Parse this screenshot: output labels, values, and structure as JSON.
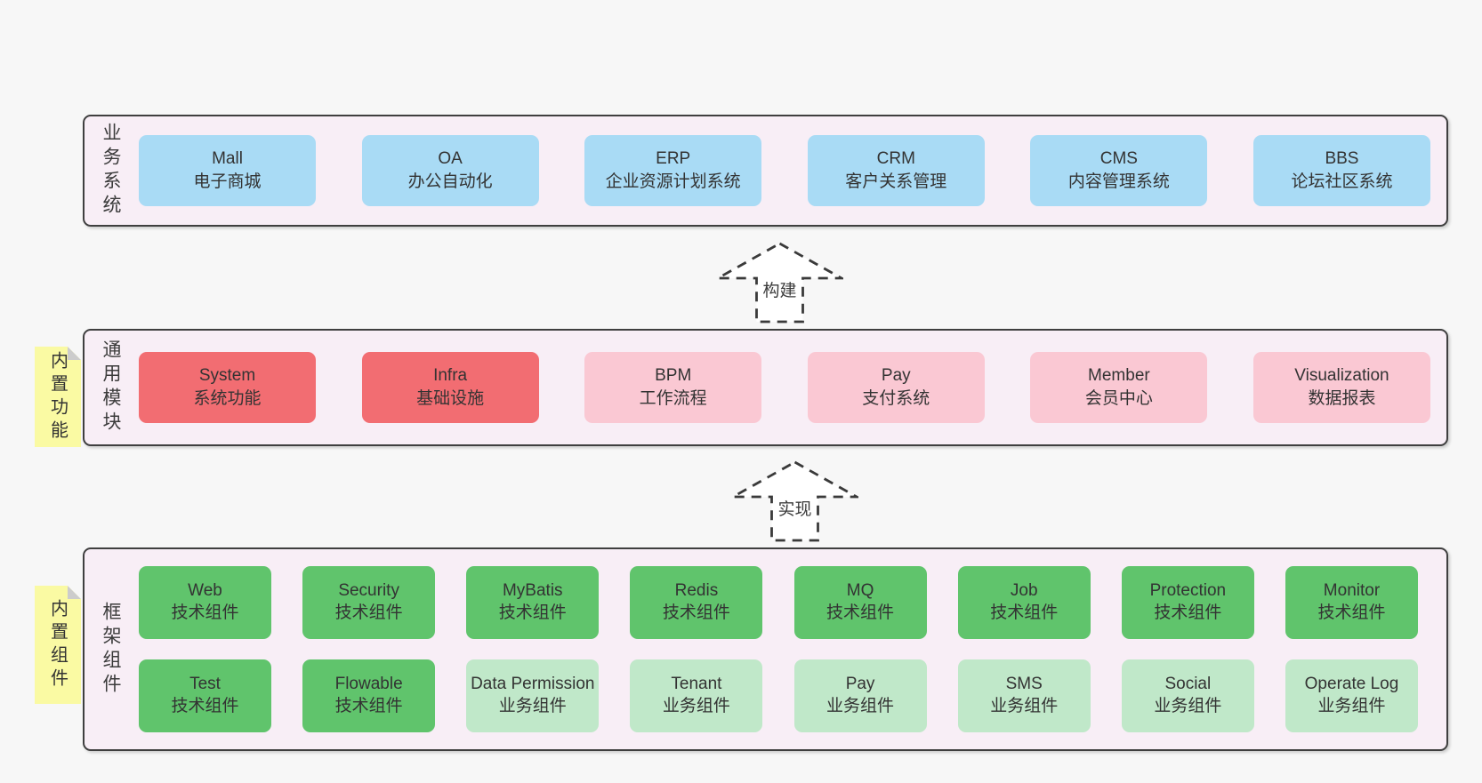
{
  "colors": {
    "page_bg": "#f7f7f7",
    "band_bg": "#f8eef6",
    "border": "#3f3f3f",
    "text": "#3b3b3b",
    "blue": "#a9dbf5",
    "red": "#f26d72",
    "pink": "#fac8d3",
    "green": "#60c46c",
    "lightgreen": "#c0e8c9",
    "yellow": "#fafaa3",
    "fold": "#cccccc"
  },
  "arrows": [
    {
      "label": "构建"
    },
    {
      "label": "实现"
    }
  ],
  "bands": [
    {
      "label": "业务系统",
      "boxes": [
        {
          "name": "Mall",
          "desc": "电子商城"
        },
        {
          "name": "OA",
          "desc": "办公自动化"
        },
        {
          "name": "ERP",
          "desc": "企业资源计划系统"
        },
        {
          "name": "CRM",
          "desc": "客户关系管理"
        },
        {
          "name": "CMS",
          "desc": "内容管理系统"
        },
        {
          "name": "BBS",
          "desc": "论坛社区系统"
        }
      ]
    },
    {
      "label": "通用模块",
      "sticky": "内置功能",
      "boxes": [
        {
          "name": "System",
          "desc": "系统功能"
        },
        {
          "name": "Infra",
          "desc": "基础设施"
        },
        {
          "name": "BPM",
          "desc": "工作流程"
        },
        {
          "name": "Pay",
          "desc": "支付系统"
        },
        {
          "name": "Member",
          "desc": "会员中心"
        },
        {
          "name": "Visualization",
          "desc": "数据报表"
        }
      ]
    },
    {
      "label": "框架组件",
      "sticky": "内置组件",
      "rows": [
        [
          {
            "name": "Web",
            "desc": "技术组件"
          },
          {
            "name": "Security",
            "desc": "技术组件"
          },
          {
            "name": "MyBatis",
            "desc": "技术组件"
          },
          {
            "name": "Redis",
            "desc": "技术组件"
          },
          {
            "name": "MQ",
            "desc": "技术组件"
          },
          {
            "name": "Job",
            "desc": "技术组件"
          },
          {
            "name": "Protection",
            "desc": "技术组件"
          },
          {
            "name": "Monitor",
            "desc": "技术组件"
          }
        ],
        [
          {
            "name": "Test",
            "desc": "技术组件"
          },
          {
            "name": "Flowable",
            "desc": "技术组件"
          },
          {
            "name": "Data Permission",
            "desc": "业务组件"
          },
          {
            "name": "Tenant",
            "desc": "业务组件"
          },
          {
            "name": "Pay",
            "desc": "业务组件"
          },
          {
            "name": "SMS",
            "desc": "业务组件"
          },
          {
            "name": "Social",
            "desc": "业务组件"
          },
          {
            "name": "Operate Log",
            "desc": "业务组件"
          }
        ]
      ]
    }
  ]
}
